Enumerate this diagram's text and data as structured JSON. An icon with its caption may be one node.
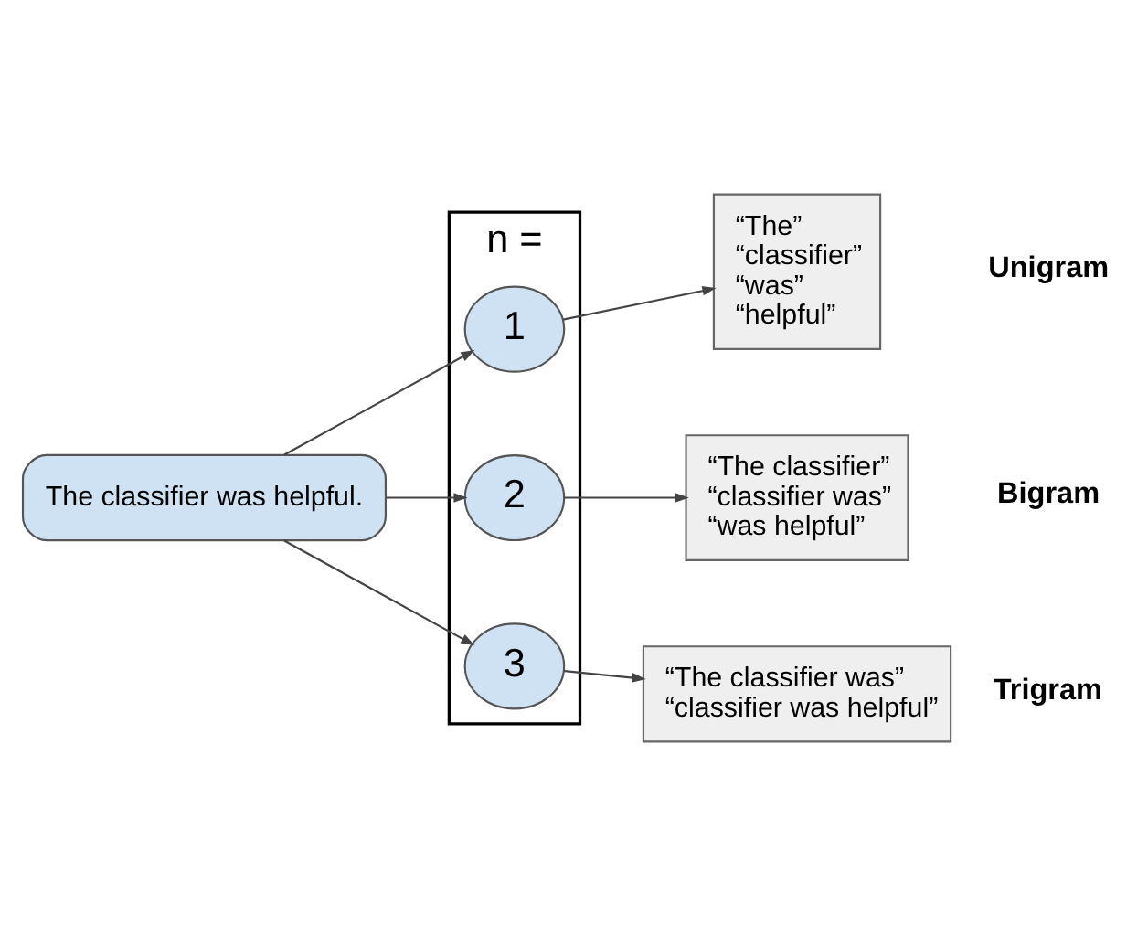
{
  "diagram": {
    "nodes": [
      {
        "text": [
          "The classifier was helpful."
        ]
      },
      {
        "text": [
          "n ="
        ]
      },
      {
        "text": [
          "1"
        ],
        "in": 1
      },
      {
        "text": [
          "2"
        ],
        "in": 1
      },
      {
        "text": [
          "3"
        ],
        "in": 1
      },
      {
        "text": [
          "“The”",
          "“classifier”",
          "“was”",
          "“helpful”"
        ],
        "beside": [
          "Unigram"
        ]
      },
      {
        "text": [
          "“The classifier”",
          "“classifier was”",
          "“was helpful”"
        ],
        "beside": [
          "Bigram"
        ]
      },
      {
        "text": [
          "“The classifier was”",
          "“classifier was helpful”"
        ],
        "beside": [
          "Trigram"
        ]
      }
    ],
    "edges": [
      {
        "from": 0,
        "to": 2,
        "arrow": "to"
      },
      {
        "from": 0,
        "to": 3,
        "arrow": "to"
      },
      {
        "from": 0,
        "to": 4,
        "arrow": "to"
      },
      {
        "from": 2,
        "to": 5,
        "arrow": "to"
      },
      {
        "from": 3,
        "to": 6,
        "arrow": "to"
      },
      {
        "from": 4,
        "to": 7,
        "arrow": "to"
      }
    ]
  }
}
